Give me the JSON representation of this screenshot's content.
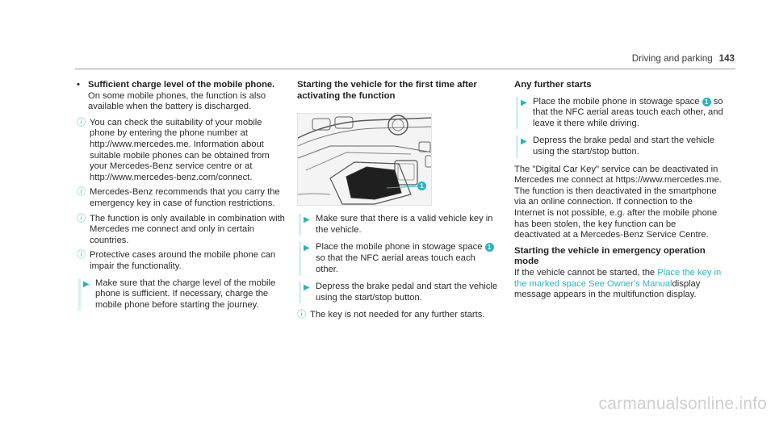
{
  "header": {
    "section": "Driving and parking",
    "page": "143"
  },
  "col1": {
    "bullet": {
      "lead": "Sufficient charge level of the mobile phone.",
      "text": " On some mobile phones, the function is also available when the battery is discharged."
    },
    "notes": [
      "You can check the suitability of your mobile phone by entering the phone number at http://www.mercedes.me. Information about suitable mobile phones can be obtained from your Mercedes-Benz service centre or at http://www.mercedes-benz.com/connect.",
      "Mercedes-Benz recommends that you carry the emergency key in case of function restrictions.",
      "The function is only available in combination with Mercedes me connect and only in certain countries.",
      "Protective cases around the mobile phone can impair the functionality."
    ],
    "action": "Make sure that the charge level of the mobile phone is sufficient. If necessary, charge the mobile phone before starting the journey."
  },
  "col2": {
    "heading": "Starting the vehicle for the first time after activating the function",
    "figure_callout": "1",
    "action1": "Make sure that there is a valid vehicle key in the vehicle.",
    "action2_pre": "Place the mobile phone in stowage space ",
    "action2_badge": "1",
    "action2_post": " so that the NFC aerial areas touch each other.",
    "action3": "Depress the brake pedal and start the vehicle using the start/stop button.",
    "note": "The key is not needed for any further starts."
  },
  "col3": {
    "heading1": "Any further starts",
    "action1_pre": "Place the mobile phone in stowage space ",
    "action1_badge": "1",
    "action1_post": " so that the NFC aerial areas touch each other, and leave it there while driving.",
    "action2": "Depress the brake pedal and start the vehicle using the start/stop button.",
    "para": "The \"Digital Car Key\" service can be deactivated in Mercedes me connect at https://www.mercedes.me. The function is then deactivated in the smartphone via an online connection. If connection to the Internet is not possible, e.g. after the mobile phone has been stolen, the key function can be deactivated at a Mercedes-Benz Service Centre.",
    "heading2": "Starting the vehicle in emergency operation mode",
    "emerg_pre": "If the vehicle cannot be started, the ",
    "emerg_link": "Place the key in the marked space See Owner's Manual",
    "emerg_post": "display message appears in the multifunction display."
  },
  "watermark": "carmanualsonline.info",
  "icons": {
    "bullet": "bullet-dot-icon",
    "note": "info-icon",
    "action": "action-arrow-icon"
  },
  "colors": {
    "accent": "#2ab3bd",
    "action_bar": "#d3f1ef",
    "text": "#2b2b2b"
  }
}
